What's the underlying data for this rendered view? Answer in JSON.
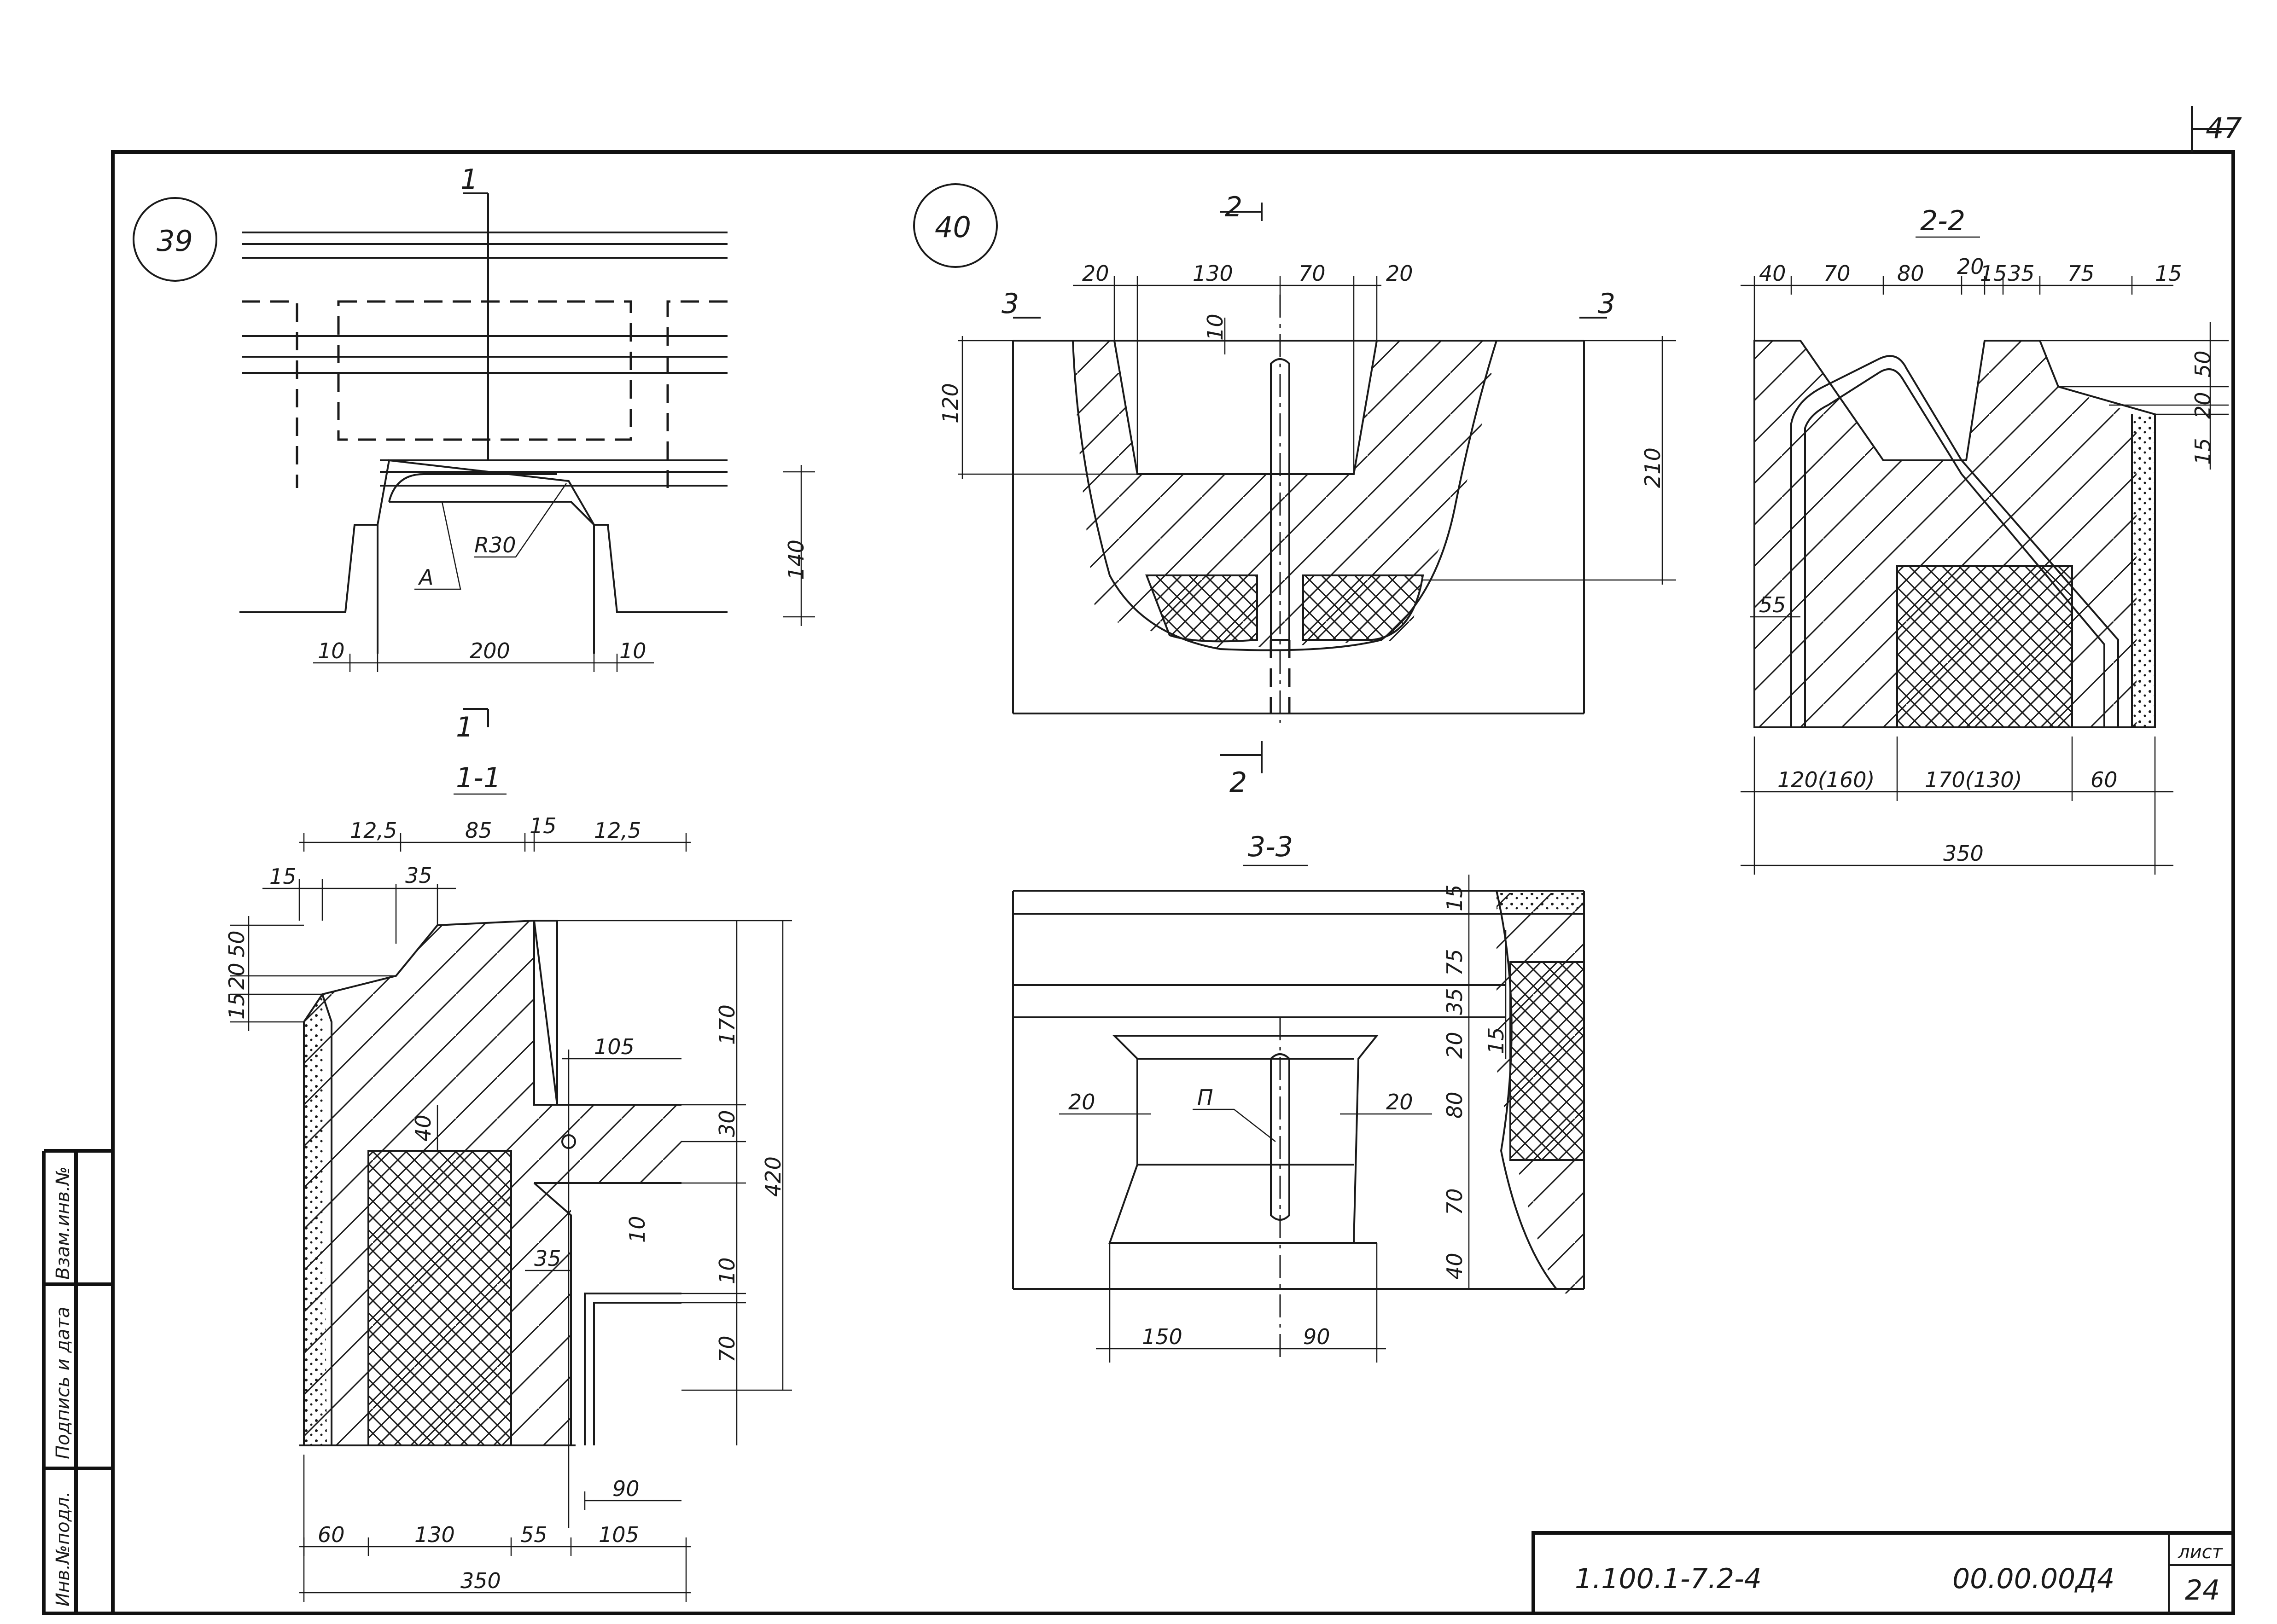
{
  "sheet": {
    "page_number": "47",
    "doc_code": "1.100.1-7.2-4",
    "doc_number": "00.00.00Д4",
    "list_label": "лист",
    "list_value": "24",
    "side_stamp": [
      "Инв.№подл.",
      "Подпись и дата",
      "Взам.инв.№"
    ]
  },
  "node39": {
    "marker": "39",
    "cut_mark": "1",
    "radius_label": "R30",
    "a_label": "А",
    "dims": {
      "left": "10",
      "middle": "200",
      "right": "10",
      "height": "140"
    }
  },
  "section11": {
    "title": "1-1",
    "top_dims": [
      "12,5",
      "85",
      "15",
      "12,5"
    ],
    "left_dims": [
      "15",
      "35"
    ],
    "vert_dims_left": [
      "50",
      "20",
      "15"
    ],
    "inner_dims": [
      "105",
      "40",
      "35"
    ],
    "right_dims": [
      "170",
      "30",
      "10",
      "10",
      "70",
      "420"
    ],
    "bottom_dims": [
      "60",
      "130",
      "55",
      "105"
    ],
    "bottom_small": "90",
    "total": "350"
  },
  "node40": {
    "marker": "40",
    "cut_mark_2": "2",
    "cut_mark_3": "3",
    "top_dims": [
      "20",
      "130",
      "70",
      "20"
    ],
    "small": "10",
    "left": "120",
    "right": "210"
  },
  "section33": {
    "title": "3-3",
    "dims_side": [
      "15",
      "75",
      "35",
      "20",
      "15",
      "80",
      "70",
      "40"
    ],
    "inner": [
      "20",
      "20"
    ],
    "p_label": "П",
    "bottom": [
      "150",
      "90"
    ]
  },
  "section22": {
    "title": "2-2",
    "top_dims": [
      "40",
      "70",
      "80",
      "20",
      "15",
      "35",
      "75",
      "15"
    ],
    "right_dims": [
      "50",
      "20",
      "15"
    ],
    "left_dim": "55",
    "bottom_dims": [
      "120(160)",
      "170(130)",
      "60"
    ],
    "total": "350"
  }
}
